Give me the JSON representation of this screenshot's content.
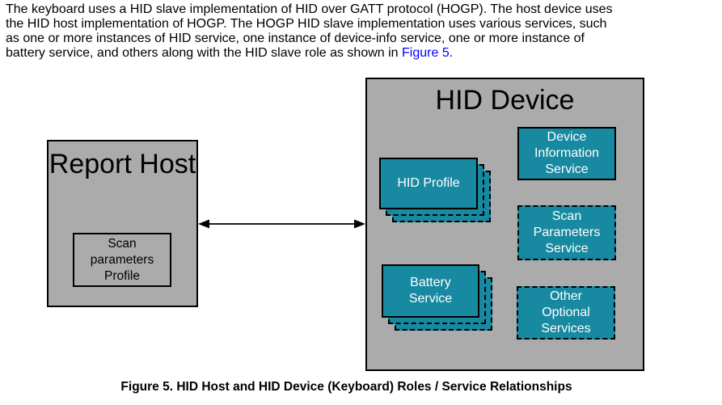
{
  "paragraph": {
    "lines": [
      "The keyboard uses a HID slave implementation of HID over GATT protocol (HOGP). The host device uses",
      "the HID host implementation of HOGP. The HOGP HID slave implementation uses various services, such",
      "as one or more instances of HID service, one instance of device-info service, one or more instance of",
      "battery service, and others along with the HID slave role as shown in "
    ],
    "link_text": "Figure 5",
    "after_link": "."
  },
  "diagram": {
    "report_host": {
      "title": "Report Host",
      "scan_parameters_profile_label": "Scan\nparameters\nProfile"
    },
    "hid_device": {
      "title": "HID Device",
      "hid_profile_label": "HID Profile",
      "device_information_service_label": "Device\nInformation\nService",
      "scan_parameters_service_label": "Scan\nParameters\nService",
      "battery_service_label": "Battery\nService",
      "other_optional_services_label": "Other\nOptional\nServices"
    }
  },
  "caption": "Figure 5. HID Host and HID Device (Keyboard) Roles / Service Relationships",
  "colors": {
    "box_gray": "#ABABAB",
    "service_teal": "#1789A0",
    "link_blue": "#0000FF",
    "border_black": "#000000",
    "text_white": "#FFFFFF"
  }
}
